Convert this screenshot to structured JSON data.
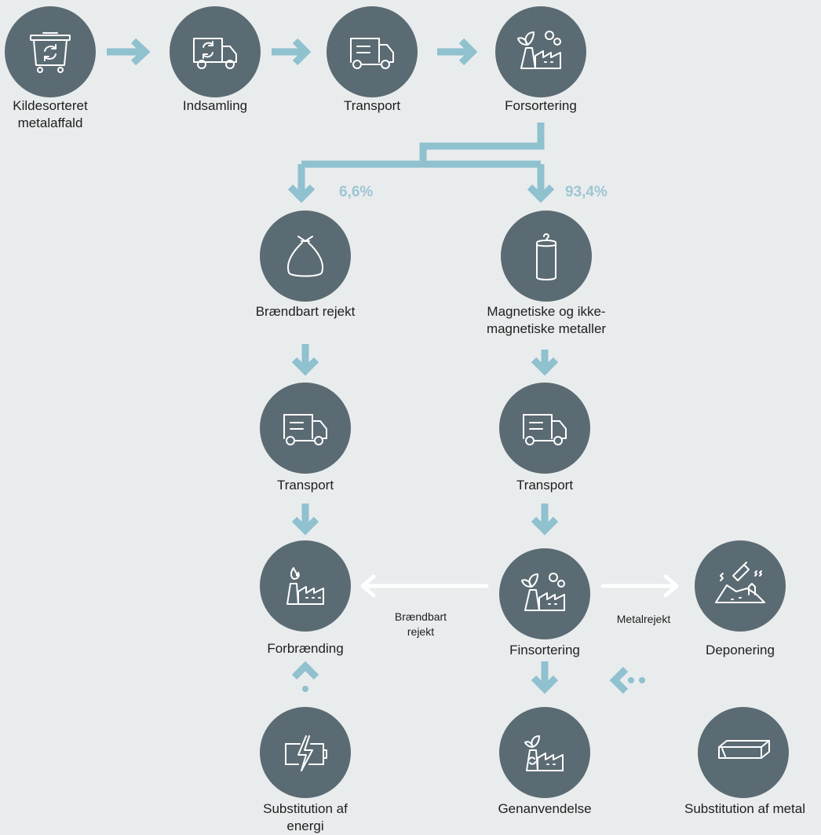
{
  "colors": {
    "node": "#5b6b73",
    "flow_arrow": "#8fc1cf",
    "side_arrow": "#ffffff",
    "background": "#e9eced"
  },
  "nodes": {
    "kildesorteret": {
      "label_line1": "Kildesorteret",
      "label_line2": "metalaffald",
      "icon": "recycle-bin-icon"
    },
    "indsamling": {
      "label": "Indsamling",
      "icon": "collection-truck-icon"
    },
    "transport_top": {
      "label": "Transport",
      "icon": "truck-icon"
    },
    "forsortering": {
      "label": "Forsortering",
      "icon": "factory-gears-icon"
    },
    "braendbart": {
      "label": "Brændbart rejekt",
      "icon": "trash-bag-icon"
    },
    "metaller": {
      "label_line1": "Magnetiske og ikke-",
      "label_line2": "magnetiske metaller",
      "icon": "can-icon"
    },
    "transport_left": {
      "label": "Transport",
      "icon": "truck-icon"
    },
    "transport_right": {
      "label": "Transport",
      "icon": "truck-icon"
    },
    "forbraending": {
      "label": "Forbrænding",
      "icon": "incinerator-icon"
    },
    "finsortering": {
      "label": "Finsortering",
      "icon": "factory-gears-icon"
    },
    "deponering": {
      "label": "Deponering",
      "icon": "landfill-icon"
    },
    "substitution_energi": {
      "label_line1": "Substitution af",
      "label_line2": "energi",
      "icon": "battery-lightning-icon"
    },
    "genanvendelse": {
      "label": "Genanvendelse",
      "icon": "recycling-factory-icon"
    },
    "substitution_metal": {
      "label": "Substitution af metal",
      "icon": "metal-bar-icon"
    }
  },
  "split": {
    "left_pct": "6,6%",
    "right_pct": "93,4%"
  },
  "edge_labels": {
    "braendbart_line1": "Brændbart",
    "braendbart_line2": "rejekt",
    "metalrejekt": "Metalrejekt"
  }
}
